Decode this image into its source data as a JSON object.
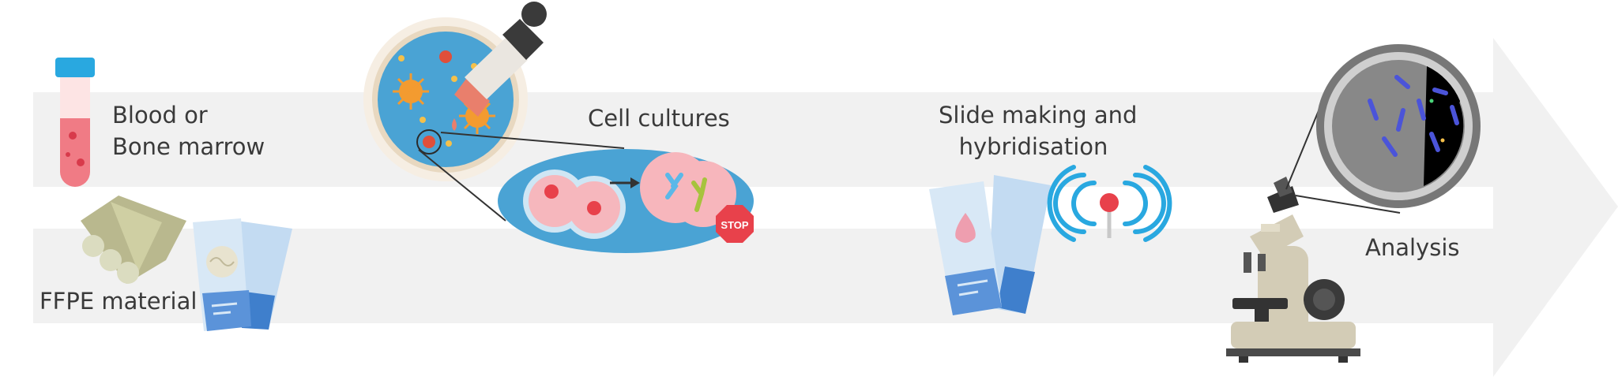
{
  "steps": {
    "blood": {
      "line1": "Blood or",
      "line2": "Bone marrow"
    },
    "ffpe": {
      "label": "FFPE material"
    },
    "culture": {
      "label": "Cell cultures",
      "stop_sign": "STOP"
    },
    "slide": {
      "line1": "Slide making and",
      "line2": "hybridisation"
    },
    "analysis": {
      "label": "Analysis"
    }
  },
  "colors": {
    "band": "#f1f1f1",
    "arrow_head": "#f1f1f1",
    "dish_blue": "#4aa3d4",
    "tube_cap": "#29a8e0",
    "slide_blue": "#5b93d9",
    "stop_red": "#e8414b",
    "microscope": "#d3ccb6"
  },
  "icons": [
    "blood-tube-icon",
    "tissue-rolls-icon",
    "tissue-slide-icon",
    "petri-dish-icon",
    "dropper-icon",
    "cell-division-icon",
    "stop-sign-icon",
    "blood-slide-icon",
    "radio-signal-icon",
    "microscope-icon",
    "magnifier-icon"
  ]
}
